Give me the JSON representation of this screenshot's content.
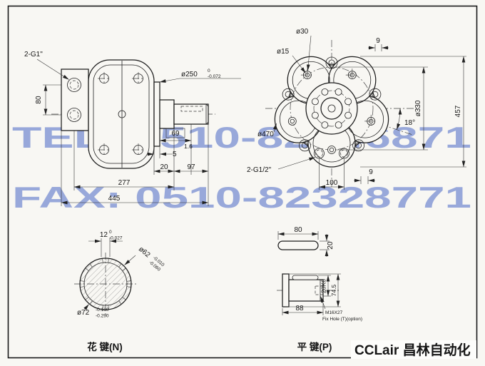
{
  "watermark": {
    "line1": "TEL: 0510-82346871",
    "line2": "FAX: 0510-82328771"
  },
  "brand": "CCLair 昌林自动化",
  "side_view": {
    "port_label": "2-G1\"",
    "dims": {
      "d80": "80",
      "d69": "69",
      "d1_6": "1.6",
      "d5": "5",
      "d20": "20",
      "d97": "97",
      "d277": "277",
      "d445": "445",
      "dia250": "ø250",
      "dia250_tol_up": "0",
      "dia250_tol_low": "-0.072"
    }
  },
  "front_view": {
    "dims": {
      "dia30": "ø30",
      "dia15": "ø15",
      "d9_top": "9",
      "dia330": "ø330",
      "d457": "457",
      "angle": "18°",
      "dia470": "ø470",
      "port_label": "2-G1/2\"",
      "d9_bottom": "9",
      "d100": "100"
    }
  },
  "spline_view": {
    "title": "花 键(N)",
    "dims": {
      "d12": "12",
      "d12_tol_up": "0",
      "d12_tol_low": "-0.027",
      "dia62": "ø62",
      "dia62_tol_up": "-0.010",
      "dia62_tol_low": "-0.060",
      "dia72": "ø72",
      "dia72_tol_up": "-0.100",
      "dia72_tol_low": "-0.290"
    }
  },
  "key_view": {
    "title": "平 键(P)",
    "dims": {
      "d80": "80",
      "d20": "20",
      "d20k6": "20K6",
      "d74_5": "74.5",
      "d88": "88",
      "thread": "M16X27",
      "fix_hole": "Fix Hole (T)(option)"
    }
  }
}
